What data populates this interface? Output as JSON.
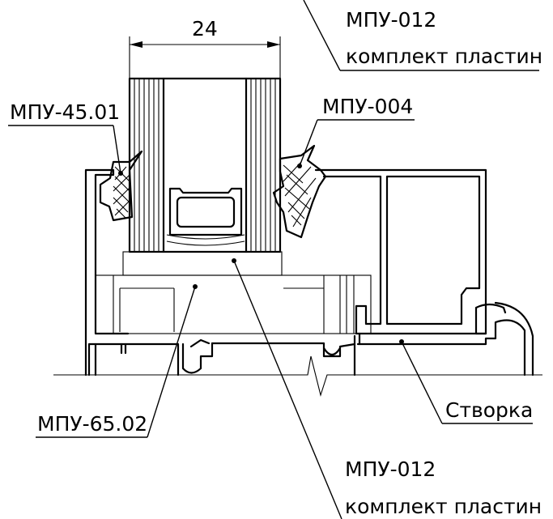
{
  "dimension": {
    "value": "24"
  },
  "labels": {
    "top_right_part": "МПУ-012",
    "top_right_desc": "комплект пластин",
    "left_seal": "МПУ-45.01",
    "right_seal": "МПУ-004",
    "lower_left_part": "МПУ-65.02",
    "sash": "Створка",
    "bottom_part": "МПУ-012",
    "bottom_desc": "комплект пластин"
  }
}
